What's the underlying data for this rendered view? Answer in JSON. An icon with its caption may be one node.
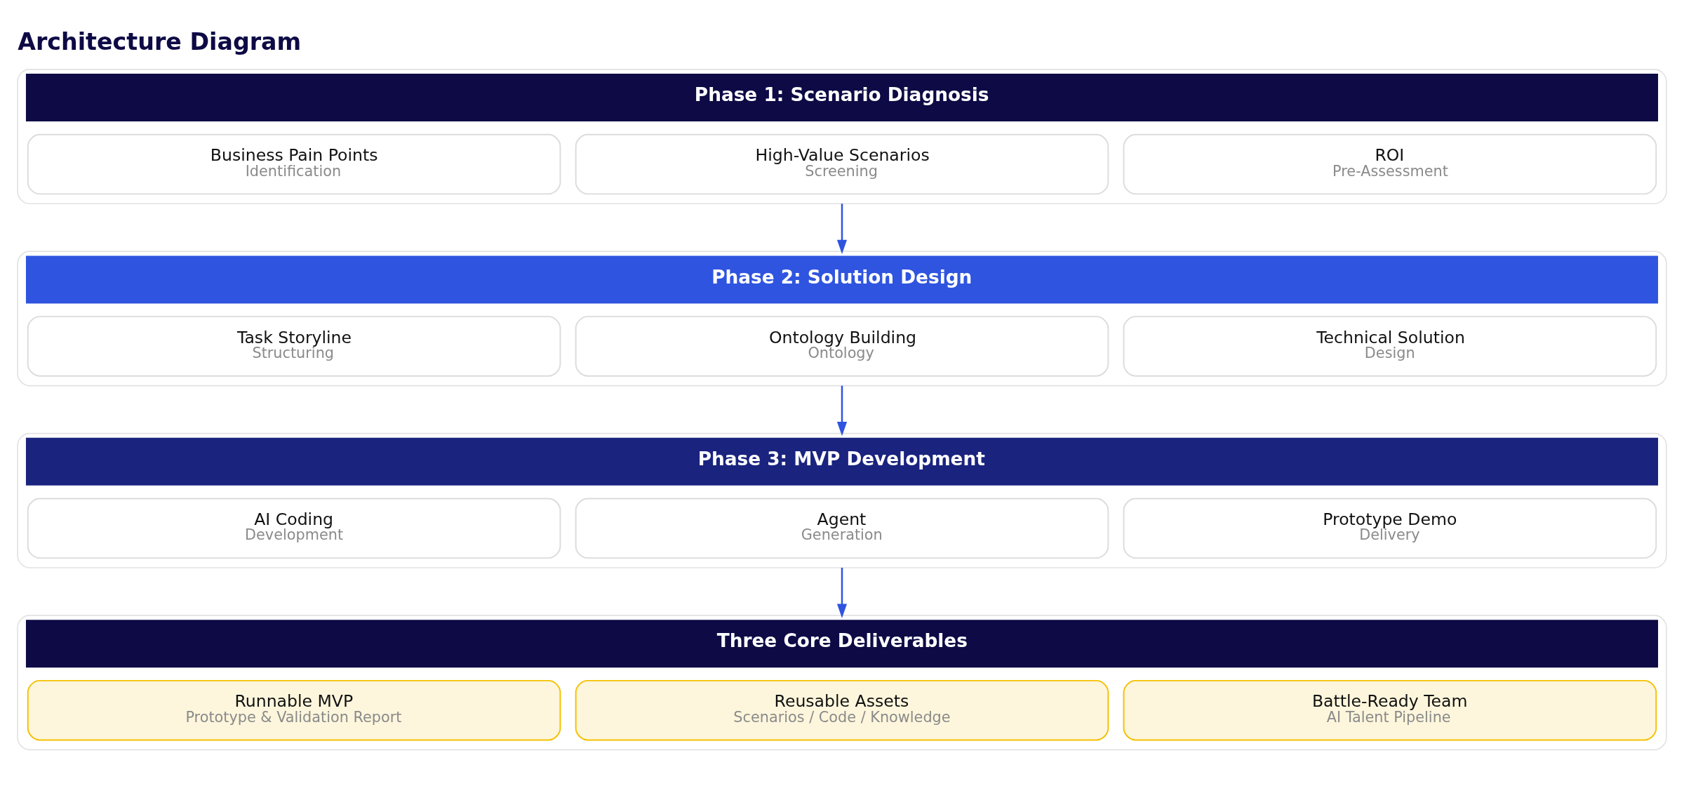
{
  "diagram": {
    "title": "Architecture Diagram",
    "nodes": [
      {
        "text": [
          "Phase 1: Scenario Diagnosis"
        ]
      },
      {
        "text": [
          "Business Pain Points",
          "Identification"
        ],
        "in": 0
      },
      {
        "text": [
          "High-Value Scenarios",
          "Screening"
        ],
        "in": 0
      },
      {
        "text": [
          "ROI",
          "Pre-Assessment"
        ],
        "in": 0
      },
      {
        "text": [
          "Phase 2: Solution Design"
        ]
      },
      {
        "text": [
          "Task Storyline",
          "Structuring"
        ],
        "in": 4
      },
      {
        "text": [
          "Ontology Building",
          "Ontology"
        ],
        "in": 4
      },
      {
        "text": [
          "Technical Solution",
          "Design"
        ],
        "in": 4
      },
      {
        "text": [
          "Phase 3: MVP Development"
        ]
      },
      {
        "text": [
          "AI Coding",
          "Development"
        ],
        "in": 8
      },
      {
        "text": [
          "Agent",
          "Generation"
        ],
        "in": 8
      },
      {
        "text": [
          "Prototype Demo",
          "Delivery"
        ],
        "in": 8
      },
      {
        "text": [
          "Three Core Deliverables"
        ]
      },
      {
        "text": [
          "Runnable MVP",
          "Prototype & Validation Report"
        ],
        "in": 12
      },
      {
        "text": [
          "Reusable Assets",
          "Scenarios / Code / Knowledge"
        ],
        "in": 12
      },
      {
        "text": [
          "Battle-Ready Team",
          "AI Talent Pipeline"
        ],
        "in": 12
      }
    ],
    "edges": [
      {
        "from": 0,
        "to": 4,
        "arrow": "to"
      },
      {
        "from": 4,
        "to": 8,
        "arrow": "to"
      },
      {
        "from": 8,
        "to": 12,
        "arrow": "to"
      }
    ]
  }
}
